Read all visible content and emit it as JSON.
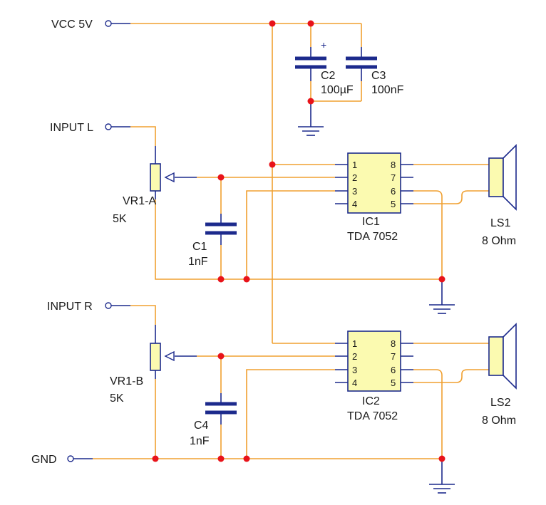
{
  "terminals": {
    "vcc": "VCC 5V",
    "input_l": "INPUT L",
    "input_r": "INPUT R",
    "gnd": "GND"
  },
  "capacitors": {
    "c2": {
      "ref": "C2",
      "value": "100µF",
      "polarity": "+"
    },
    "c3": {
      "ref": "C3",
      "value": "100nF"
    },
    "c1": {
      "ref": "C1",
      "value": "1nF"
    },
    "c4": {
      "ref": "C4",
      "value": "1nF"
    }
  },
  "potentiometers": {
    "vr1a": {
      "ref": "VR1-A",
      "value": "5K"
    },
    "vr1b": {
      "ref": "VR1-B",
      "value": "5K"
    }
  },
  "ics": {
    "ic1": {
      "ref": "IC1",
      "part": "TDA 7052",
      "pins_left": [
        "1",
        "2",
        "3",
        "4"
      ],
      "pins_right": [
        "8",
        "7",
        "6",
        "5"
      ]
    },
    "ic2": {
      "ref": "IC2",
      "part": "TDA 7052",
      "pins_left": [
        "1",
        "2",
        "3",
        "4"
      ],
      "pins_right": [
        "8",
        "7",
        "6",
        "5"
      ]
    }
  },
  "speakers": {
    "ls1": {
      "ref": "LS1",
      "value": "8 Ohm"
    },
    "ls2": {
      "ref": "LS2",
      "value": "8 Ohm"
    }
  },
  "colors": {
    "wire": "#f0a030",
    "component": "#1c2a8c",
    "junction": "#e8131a",
    "ic_fill": "#fbfab0"
  }
}
